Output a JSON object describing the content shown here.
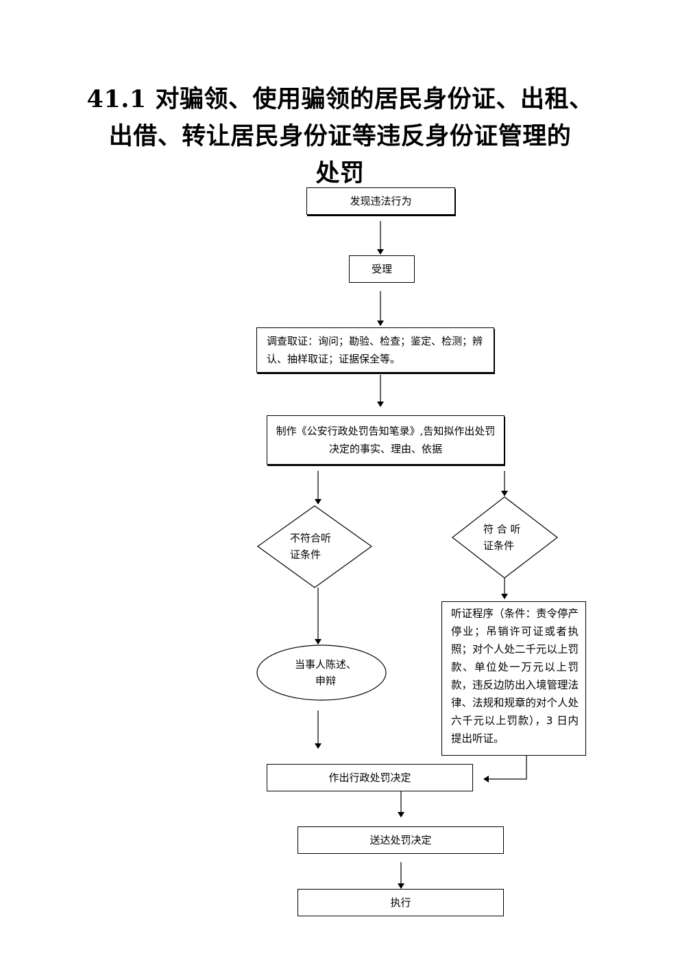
{
  "title": {
    "line1": "41.1 对骗领、使用骗领的居民身份证、出租、",
    "line2": "出借、转让居民身份证等违反身份证管理的",
    "line3": "处罚"
  },
  "flow": {
    "discover": "发现违法行为",
    "accept": "受理",
    "investigate": "调查取证：询问；勘验、检查；鉴定、检测；辨认、抽样取证；证据保全等。",
    "notify": "制作《公安行政处罚告知笔录》,告知拟作出处罚决定的事实、理由、依据",
    "not_eligible_line1": "不符合听",
    "not_eligible_line2": "证条件",
    "eligible_line1": "符 合 听",
    "eligible_line2": "证条件",
    "statement_line1": "当事人陈述、",
    "statement_line2": "申辩",
    "hearing": "听证程序（条件：责令停产停业；吊销许可证或者执照；对个人处二千元以上罚款、单位处一万元以上罚款，违反边防出入境管理法律、法规和规章的对个人处六千元以上罚款），3 日内提出听证。",
    "decision": "作出行政处罚决定",
    "deliver": "送达处罚决定",
    "execute": "执行"
  }
}
